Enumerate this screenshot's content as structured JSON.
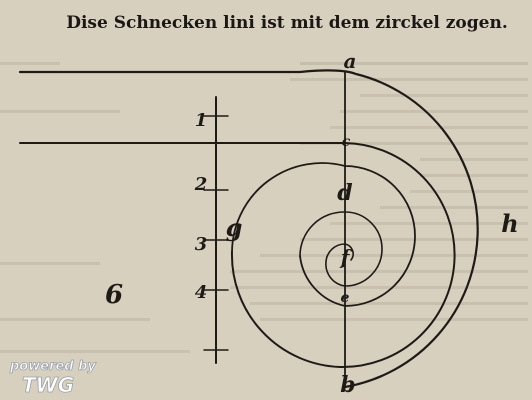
{
  "caption": "Dise Schnecken lini ist mit dem zirckel zogen.",
  "labels": {
    "a": "a",
    "b": "b",
    "c": "c",
    "d": "d",
    "e": "e",
    "f": "f",
    "g": "g",
    "h": "h",
    "n1": "1",
    "n2": "2",
    "n3": "3",
    "n4": "4",
    "n6": "6"
  },
  "watermark": {
    "line1": "powered by",
    "line2": "TWG"
  },
  "colors": {
    "paper": "#d8d0bf",
    "ink": "#1e1a16",
    "bleed_ink": "#9a9282"
  }
}
